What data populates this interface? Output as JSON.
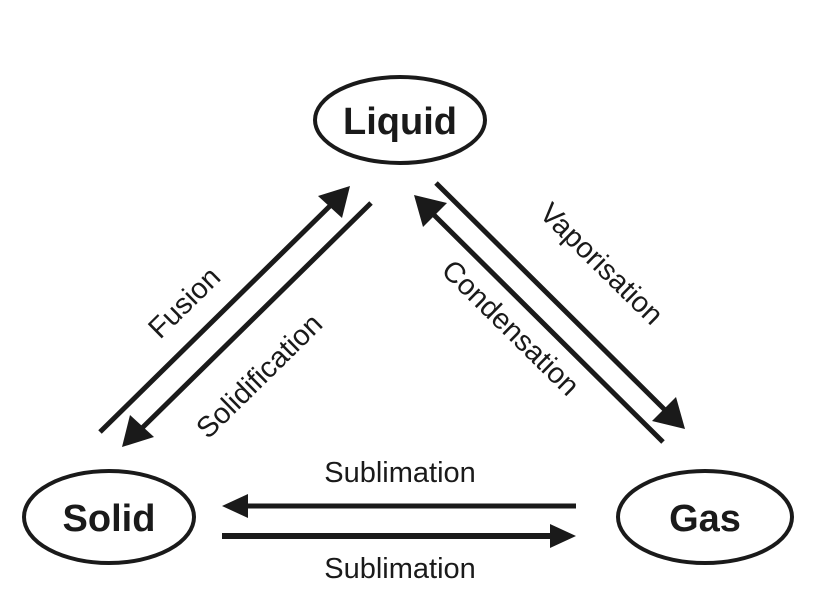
{
  "diagram": {
    "type": "phase-transition-cycle",
    "colors": {
      "ink": "#1a1a1a",
      "background": "#ffffff"
    },
    "nodes": [
      {
        "id": "liquid",
        "label": "Liquid"
      },
      {
        "id": "solid",
        "label": "Solid"
      },
      {
        "id": "gas",
        "label": "Gas"
      }
    ],
    "edges": [
      {
        "id": "fusion",
        "from": "solid",
        "to": "liquid",
        "label": "Fusion"
      },
      {
        "id": "solidification",
        "from": "liquid",
        "to": "solid",
        "label": "Solidification"
      },
      {
        "id": "vaporisation",
        "from": "liquid",
        "to": "gas",
        "label": "Vaporisation"
      },
      {
        "id": "condensation",
        "from": "gas",
        "to": "liquid",
        "label": "Condensation"
      },
      {
        "id": "sublimation-gas-to-solid",
        "from": "gas",
        "to": "solid",
        "label": "Sublimation"
      },
      {
        "id": "sublimation-solid-to-gas",
        "from": "solid",
        "to": "gas",
        "label": "Sublimation"
      }
    ]
  }
}
